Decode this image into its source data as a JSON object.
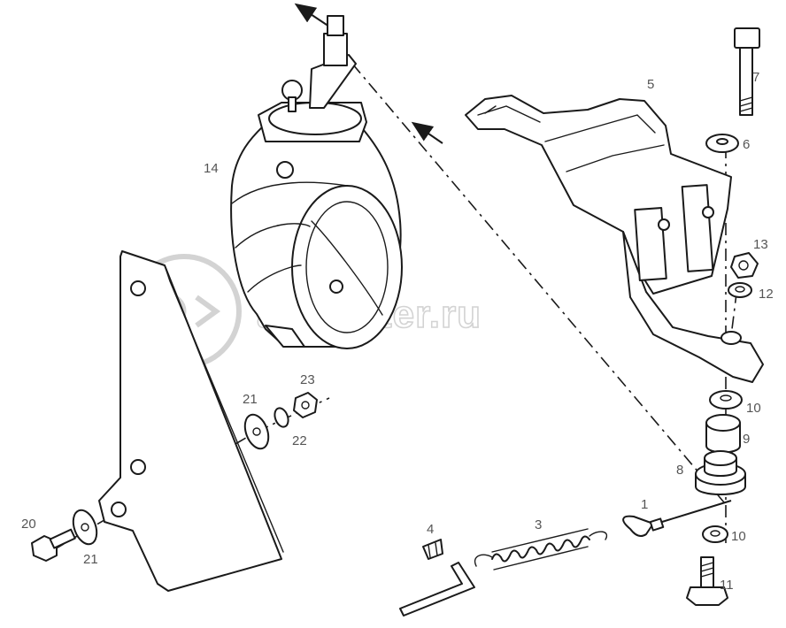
{
  "diagram": {
    "callouts": [
      {
        "id": "1",
        "text": "1"
      },
      {
        "id": "3",
        "text": "3"
      },
      {
        "id": "4",
        "text": "4"
      },
      {
        "id": "5",
        "text": "5"
      },
      {
        "id": "6",
        "text": "6"
      },
      {
        "id": "7",
        "text": "7"
      },
      {
        "id": "8",
        "text": "8"
      },
      {
        "id": "9",
        "text": "9"
      },
      {
        "id": "10a",
        "text": "10"
      },
      {
        "id": "10b",
        "text": "10"
      },
      {
        "id": "11",
        "text": "11"
      },
      {
        "id": "12",
        "text": "12"
      },
      {
        "id": "13",
        "text": "13"
      },
      {
        "id": "14",
        "text": "14"
      },
      {
        "id": "20",
        "text": "20"
      },
      {
        "id": "21a",
        "text": "21"
      },
      {
        "id": "21b",
        "text": "21"
      },
      {
        "id": "22",
        "text": "22"
      },
      {
        "id": "23",
        "text": "23"
      }
    ]
  },
  "watermark": {
    "text": "autopiter.ru",
    "color": "#d3d3d3"
  },
  "colors": {
    "line": "#1a1a1a",
    "label": "#555555",
    "background": "#ffffff"
  }
}
